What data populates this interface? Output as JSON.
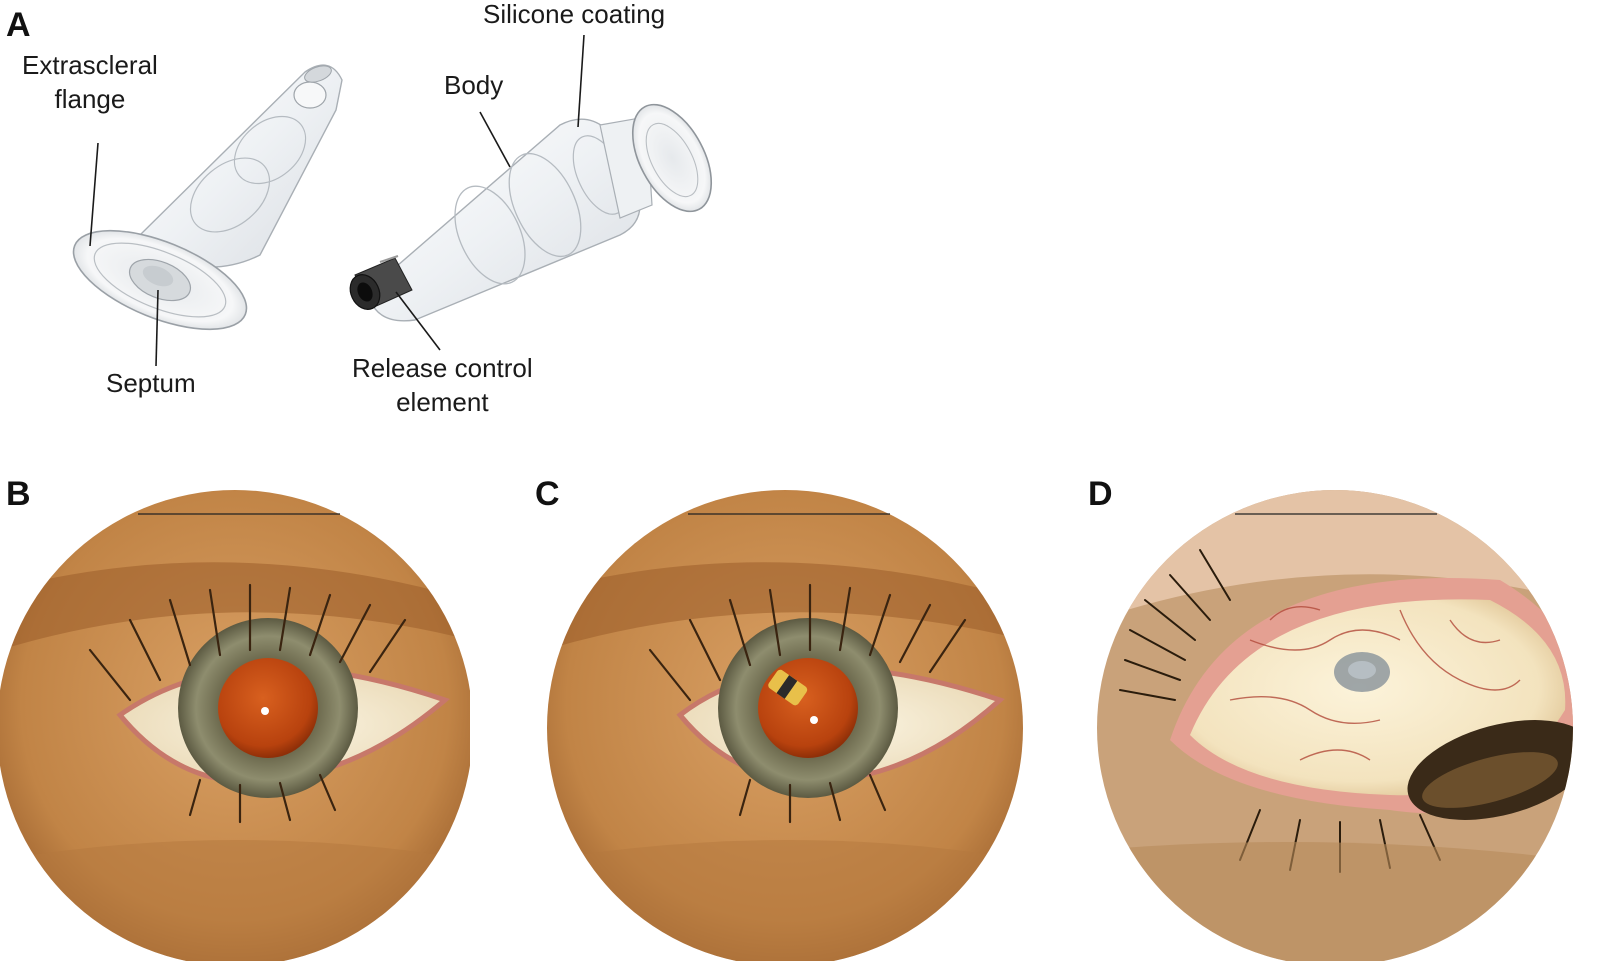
{
  "panels": {
    "a": {
      "letter": "A",
      "callouts": {
        "extrascleral_flange": "Extrascleral\nflange",
        "septum": "Septum",
        "body": "Body",
        "silicone_coating": "Silicone coating",
        "release_control_element": "Release control\nelement"
      }
    },
    "b": {
      "letter": "B"
    },
    "c": {
      "letter": "C"
    },
    "d": {
      "letter": "D"
    }
  },
  "colors": {
    "skin": "#c98c4d",
    "skin_dark": "#8a4e22",
    "sclera": "#f3ead4",
    "iris": "#8a8a6a",
    "red_reflex": "#c0480f",
    "lid_margin": "#d98a7a",
    "implant_glass": "#eef0f2",
    "implant_edge": "#9aa0a6",
    "release_element": "#333333"
  }
}
